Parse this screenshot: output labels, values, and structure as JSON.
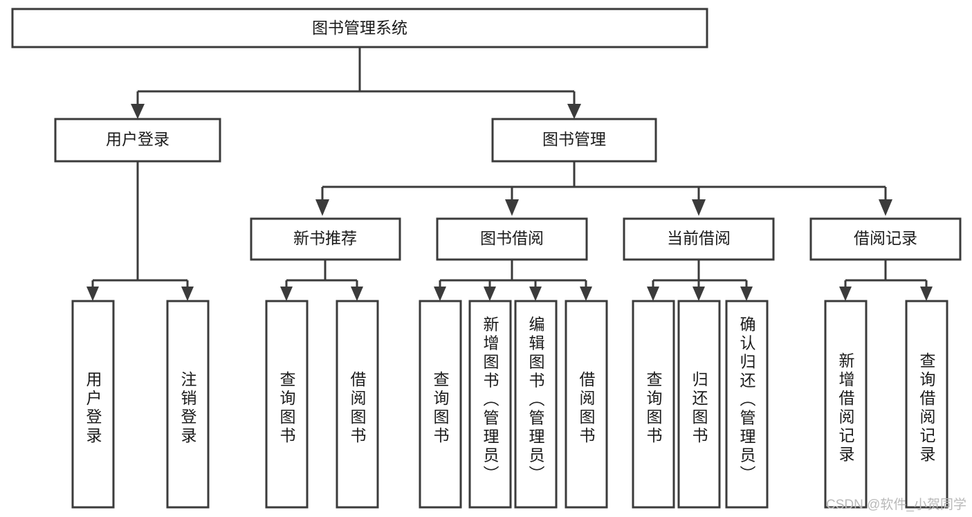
{
  "diagram": {
    "title": "图书管理系统",
    "type": "tree-hierarchy",
    "colors": {
      "box_stroke": "#3b3b3b",
      "box_fill": "#ffffff",
      "connector": "#3b3b3b",
      "text": "#1b1b1b",
      "background": "#ffffff",
      "watermark": "#b9b9b9"
    },
    "root": {
      "label": "图书管理系统"
    },
    "level2": [
      {
        "label": "用户登录"
      },
      {
        "label": "图书管理"
      }
    ],
    "level3": [
      {
        "label": "新书推荐"
      },
      {
        "label": "图书借阅"
      },
      {
        "label": "当前借阅"
      },
      {
        "label": "借阅记录"
      }
    ],
    "leaves": {
      "user_login": [
        {
          "label": "用户登录"
        },
        {
          "label": "注销登录"
        }
      ],
      "new_book_recommend": [
        {
          "label": "查询图书"
        },
        {
          "label": "借阅图书"
        }
      ],
      "book_borrow": [
        {
          "label": "查询图书"
        },
        {
          "label": "新增图书（管理员）"
        },
        {
          "label": "编辑图书（管理员）"
        },
        {
          "label": "借阅图书"
        }
      ],
      "current_borrow": [
        {
          "label": "查询图书"
        },
        {
          "label": "归还图书"
        },
        {
          "label": "确认归还（管理员）"
        }
      ],
      "borrow_record": [
        {
          "label": "新增借阅记录"
        },
        {
          "label": "查询借阅记录"
        }
      ]
    }
  },
  "watermark": {
    "text": "CSDN @软件_小贺同学"
  }
}
